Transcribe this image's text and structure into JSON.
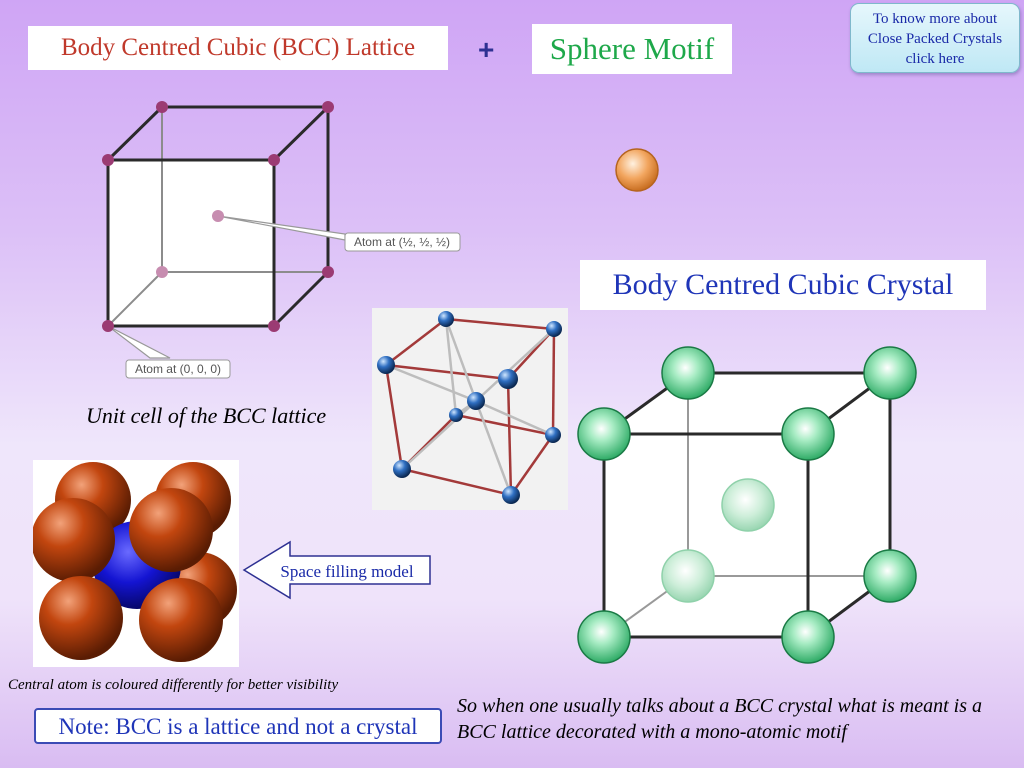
{
  "titles": {
    "bcc_lattice": "Body Centred Cubic (BCC) Lattice",
    "plus": "+",
    "sphere_motif": "Sphere Motif",
    "bcc_crystal": "Body Centred Cubic Crystal"
  },
  "more_link": {
    "line1": "To know more about",
    "line2": "Close Packed Crystals",
    "line3": "click here"
  },
  "lattice": {
    "callout_center": "Atom at (½, ½, ½)",
    "callout_origin": "Atom at (0, 0, 0)",
    "caption": "Unit cell of the BCC lattice"
  },
  "space_filling": {
    "arrow_label": "Space filling model",
    "central_note": "Central atom is coloured differently for better visibility"
  },
  "note": "Note: BCC is a lattice and not a crystal",
  "explanation": "So when one usually talks about a BCC crystal what is meant is a BCC lattice decorated with a mono-atomic motif",
  "colors": {
    "lattice_point": "#9b3b73",
    "motif_sphere": "#f0a057",
    "crystal_atom": "#3fc27a",
    "space_corner_atom": "#b8420e",
    "space_center_atom": "#1414d2",
    "title_red": "#c0392b",
    "title_green": "#1ea84a",
    "title_blue": "#1f35b8"
  }
}
